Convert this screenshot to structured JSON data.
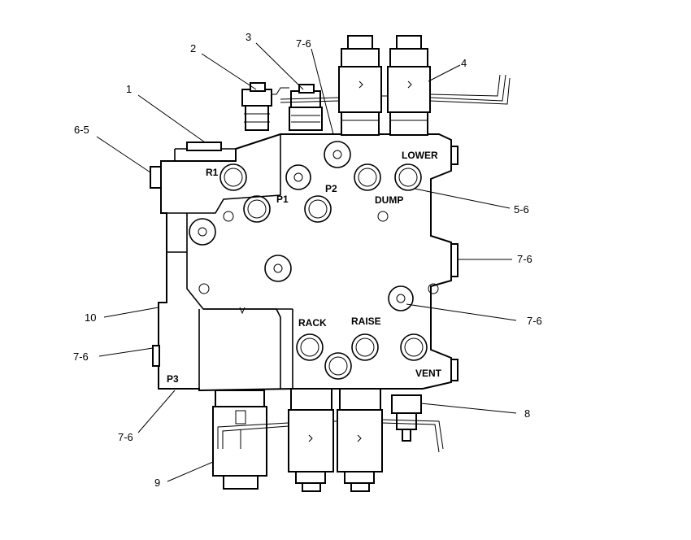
{
  "callouts": {
    "c1": "1",
    "c2": "2",
    "c3": "3",
    "c7_6_top": "7-6",
    "c4": "4",
    "c6_5": "6-5",
    "c5_6": "5-6",
    "c7_6_right1": "7-6",
    "c7_6_right2": "7-6",
    "c10": "10",
    "c7_6_left": "7-6",
    "c8": "8",
    "c7_6_bottom": "7-6",
    "c9": "9"
  },
  "ports": {
    "r1": "R1",
    "p1": "P1",
    "p2": "P2",
    "lower": "LOWER",
    "dump": "DUMP",
    "rack": "RACK",
    "raise": "RAISE",
    "vent": "VENT",
    "p3": "P3"
  }
}
